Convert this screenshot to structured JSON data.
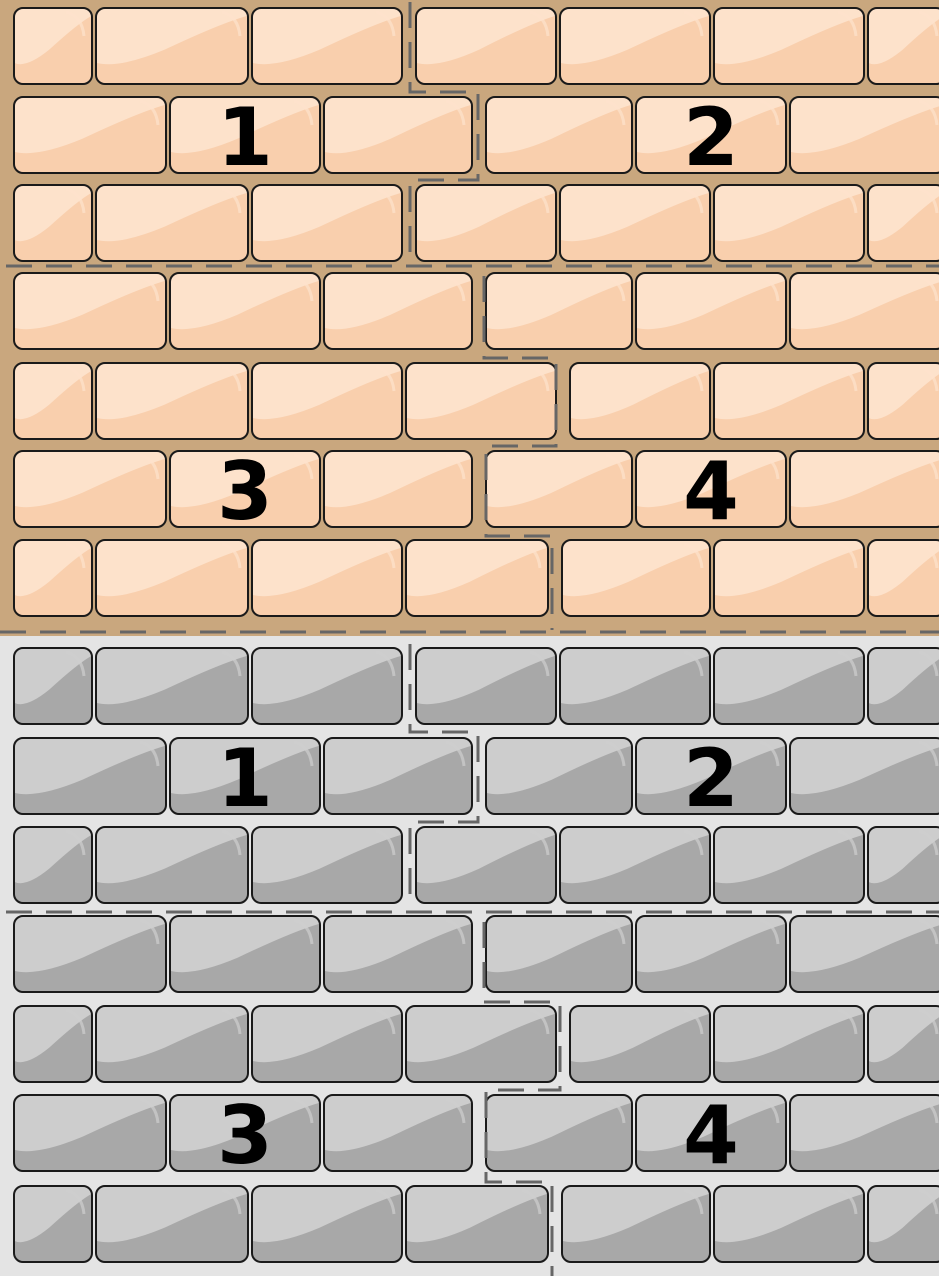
{
  "panels": [
    {
      "id": "top",
      "theme": "colored",
      "mortar_color": "#c9a77e",
      "brick_light": "#fde3cc",
      "brick_dark": "#f9cfad",
      "outline": "#1a1a1a",
      "guide_color": "#666666",
      "labels": [
        "1",
        "2",
        "3",
        "4"
      ]
    },
    {
      "id": "bottom",
      "theme": "grayscale",
      "mortar_color": "#e4e4e4",
      "brick_light": "#cfcfcf",
      "brick_dark": "#a8a8a8",
      "outline": "#1a1a1a",
      "guide_color": "#666666",
      "labels": [
        "1",
        "2",
        "3",
        "4"
      ]
    }
  ]
}
